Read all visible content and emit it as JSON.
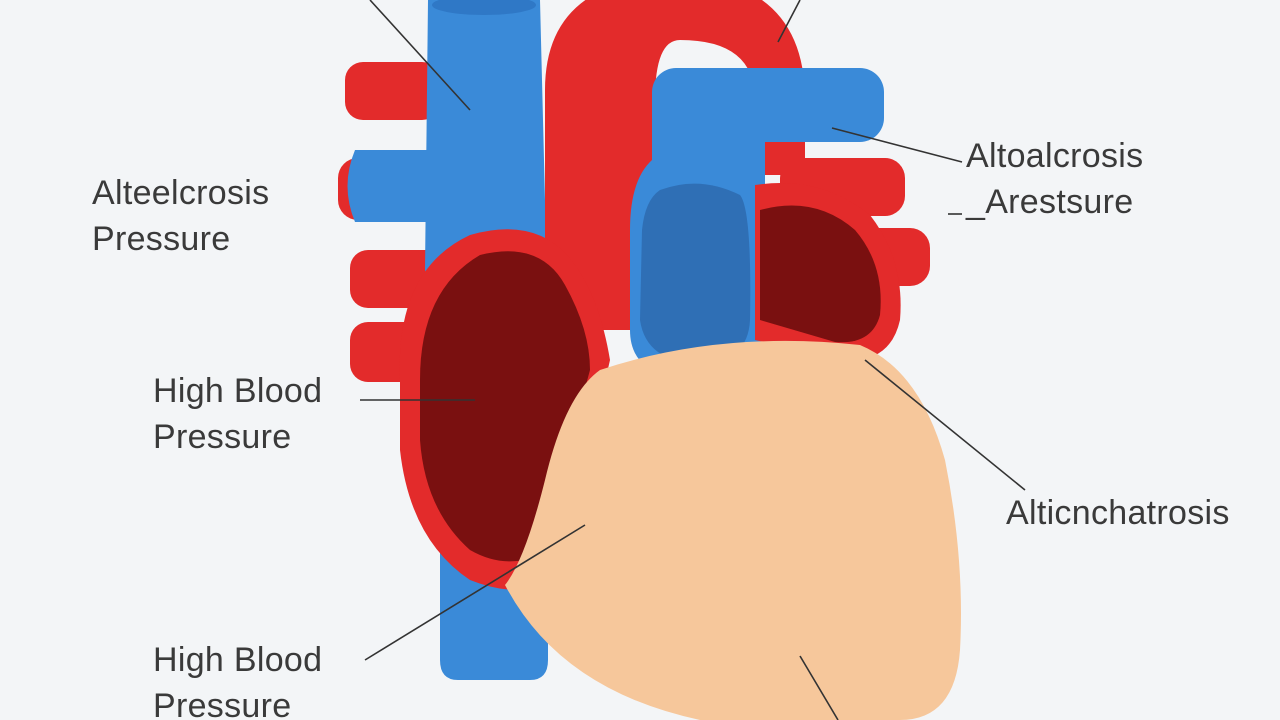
{
  "labels": {
    "left_upper": {
      "line1": "Alteelcrosis",
      "line2": "Pressure"
    },
    "left_middle": {
      "line1": "High Blood",
      "line2": "Pressure"
    },
    "left_lower": {
      "line1": "High Blood",
      "line2": "Pressure"
    },
    "right_upper": {
      "line1": "Altoalcrosis",
      "line2": "_Arestsure"
    },
    "right_lower": {
      "line1": "Alticnchatrosis"
    }
  },
  "colors": {
    "background": "#f3f5f7",
    "artery_red": "#e32b2b",
    "vein_blue": "#3a8ad8",
    "vein_blue_dark": "#2f6fb5",
    "chamber_dark_red": "#7a1010",
    "ventricle_peach": "#f6c79b",
    "leader_line": "#333333",
    "label_text": "#3a3a3a"
  }
}
